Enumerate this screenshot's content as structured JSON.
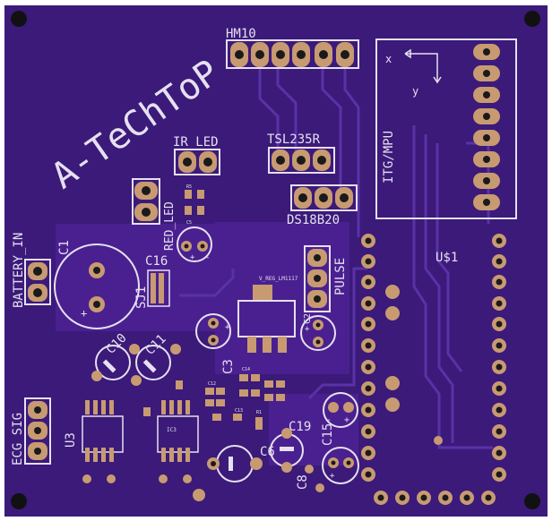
{
  "board": {
    "colors": {
      "background": "#ffffff",
      "board": "#3b1a7a",
      "ground_pour": "#4a2090",
      "trace": "#5a32a6",
      "silk": "#e6e0f0",
      "pad": "#c89a72",
      "hole": "#1a1a1a",
      "mount_hole": "#111111"
    }
  },
  "silk": {
    "logo": "A-TeChToP",
    "hm10": "HM10",
    "ir_led": "IR_LED",
    "tsl235r": "TSL235R",
    "ds18b20": "DS18B20",
    "itg_mpu": "ITG/MPU",
    "axis_x": "x",
    "axis_y": "y",
    "red_led": "RED_LED",
    "battery_in": "BATTERY_IN",
    "c1": "C1",
    "c16": "C16",
    "sj1": "SJ1",
    "pulse": "PULSE",
    "usb1": "U$1",
    "c10": "C10",
    "c11": "C11",
    "c3": "C3",
    "c19": "C19",
    "c8": "C8",
    "c15": "C15",
    "c6": "C6",
    "ecg_sig": "ECG_SIG",
    "u3": "U3",
    "vreg": "V_REG_LM1117",
    "tiny_c14": "C14",
    "tiny_c12": "C12",
    "tiny_c13": "C13",
    "tiny_ic3": "IC3",
    "tiny_r1": "R1",
    "tiny_r5": "R5",
    "tiny_c2": "C2",
    "tiny_c5": "C5"
  },
  "markers": {
    "plus": "+",
    "minus": "-"
  }
}
